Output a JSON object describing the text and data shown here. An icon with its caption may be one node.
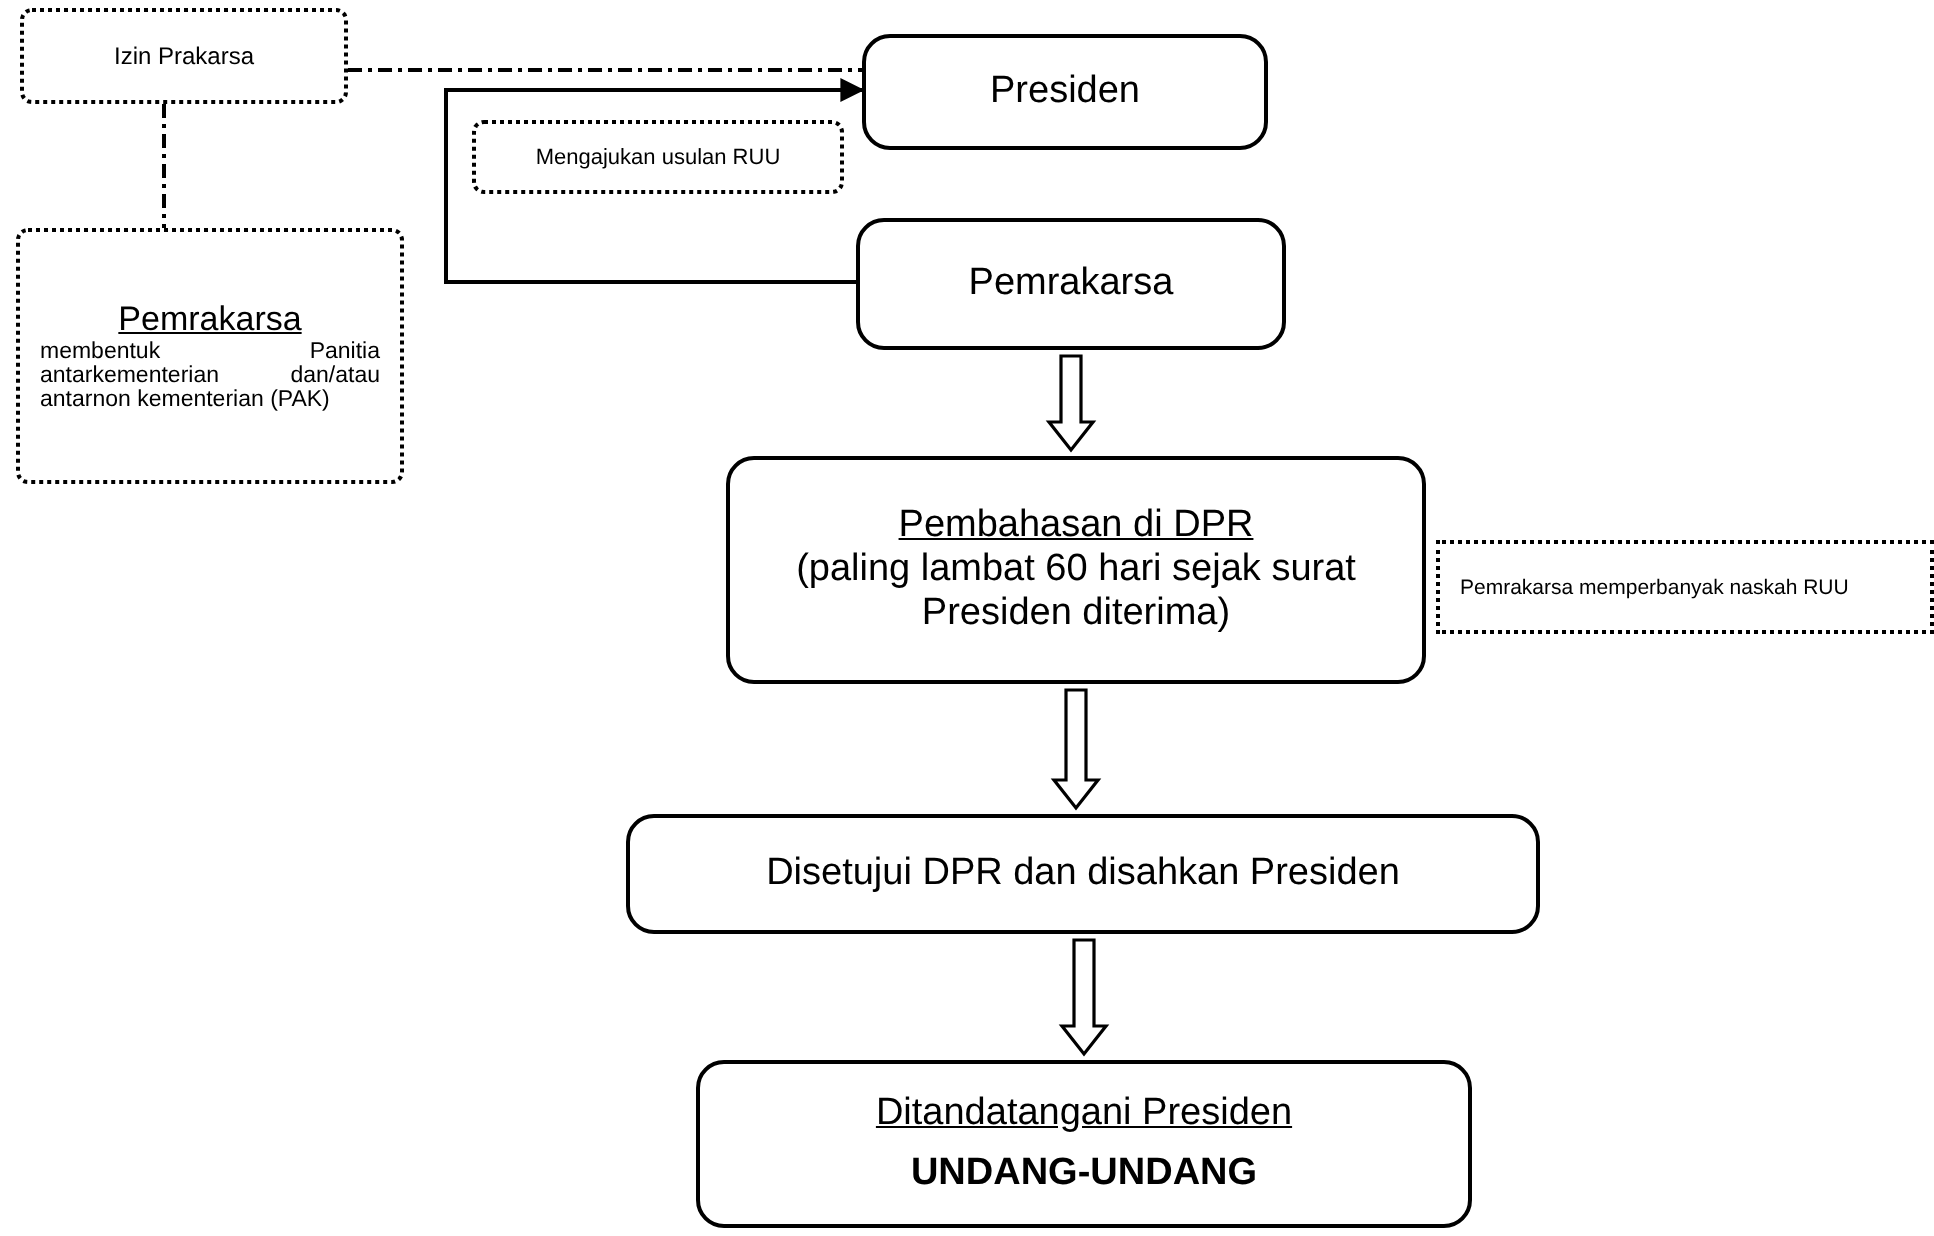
{
  "diagram": {
    "nodes": [
      {
        "text": [
          "Izin Prakarsa"
        ]
      },
      {
        "text": [
          "Pemrakarsa",
          "membentuk Panitia antarkementerian dan/atau antarnon kementerian (PAK)"
        ]
      },
      {
        "text": [
          "Presiden"
        ]
      },
      {
        "text": [
          "Mengajukan usulan RUU"
        ]
      },
      {
        "text": [
          "Pemrakarsa"
        ]
      },
      {
        "text": [
          "Pembahasan di DPR",
          "(paling lambat 60 hari sejak surat Presiden diterima)"
        ]
      },
      {
        "text": [
          "Pemrakarsa memperbanyak naskah RUU"
        ]
      },
      {
        "text": [
          "Disetujui DPR dan disahkan Presiden"
        ]
      },
      {
        "text": [
          "Ditandatangani Presiden",
          "UNDANG-UNDANG"
        ]
      }
    ],
    "edges": [
      {
        "from": 0,
        "to": 2,
        "arrow": "none",
        "style": "dashed"
      },
      {
        "from": 0,
        "to": 1,
        "arrow": "none",
        "style": "dashed"
      },
      {
        "from": 4,
        "to": 2,
        "arrow": "to"
      },
      {
        "from": 4,
        "to": 5,
        "arrow": "to",
        "style": "thick"
      },
      {
        "from": 5,
        "to": 7,
        "arrow": "to",
        "style": "thick"
      },
      {
        "from": 7,
        "to": 8,
        "arrow": "to",
        "style": "thick"
      }
    ]
  }
}
